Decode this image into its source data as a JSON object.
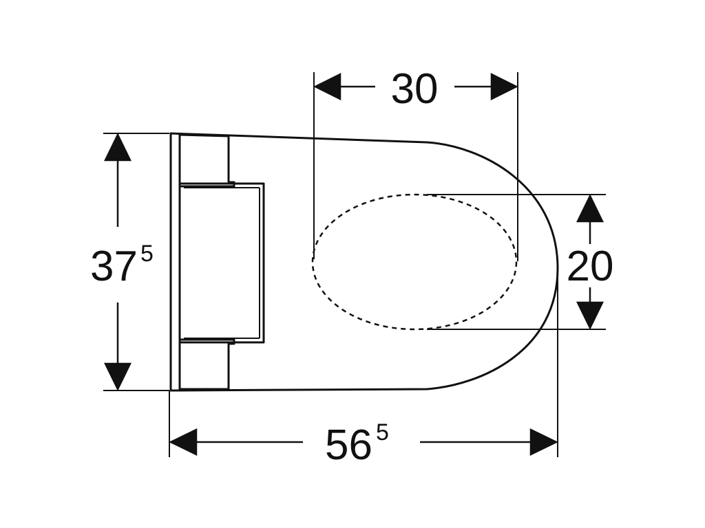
{
  "dimensions": {
    "top_width": {
      "value": "30"
    },
    "height": {
      "value": "37",
      "superscript": "5"
    },
    "inner_height": {
      "value": "20"
    },
    "total_length": {
      "value": "56",
      "superscript": "5"
    }
  },
  "colors": {
    "line": "#111111",
    "background": "#ffffff"
  }
}
